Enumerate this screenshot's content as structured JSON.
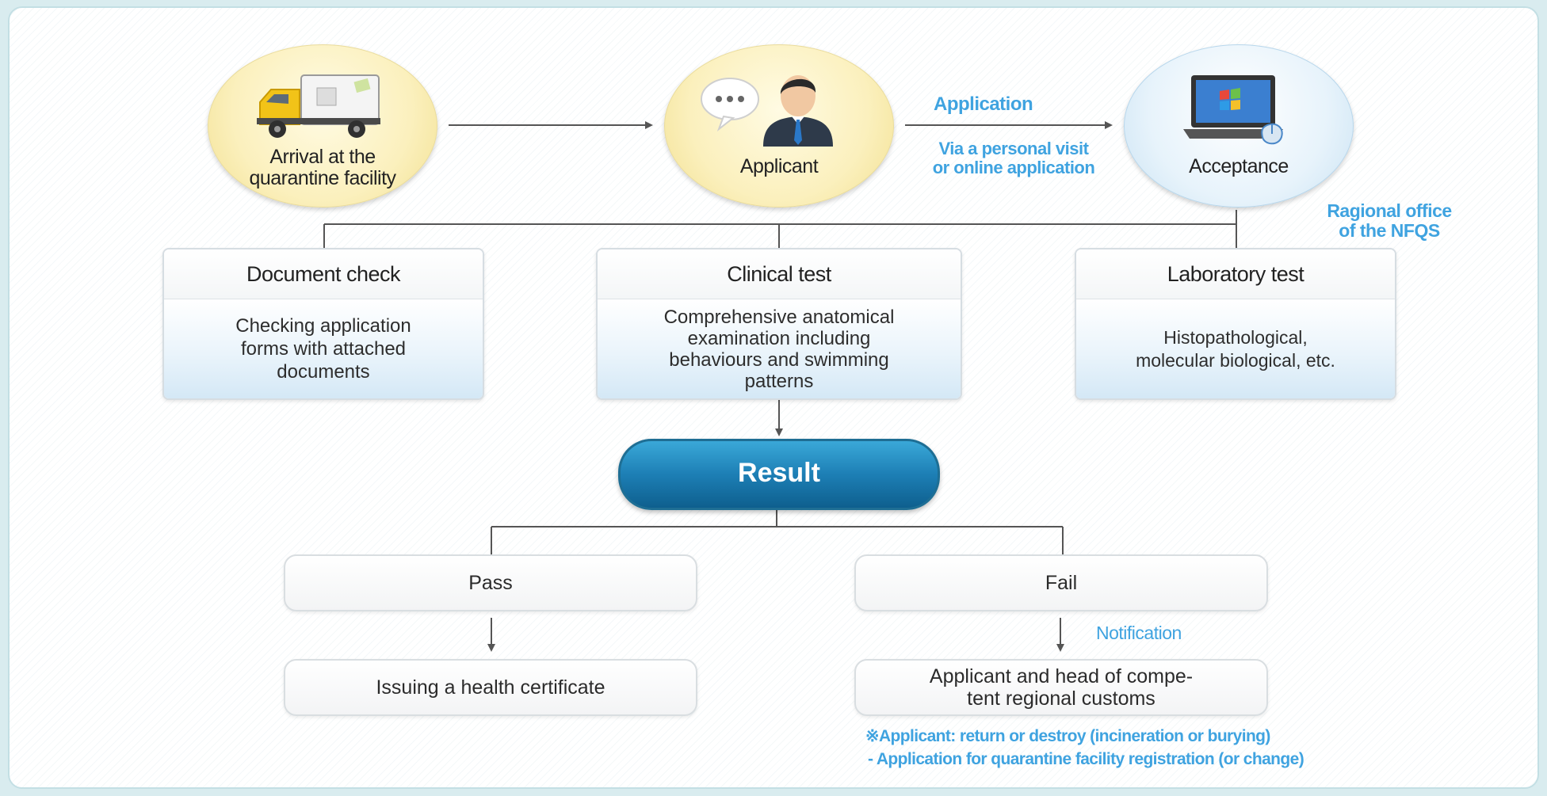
{
  "nodes": {
    "arrival": {
      "label_line1": "Arrival at the",
      "label_line2": "quarantine facility",
      "icon": "truck-icon"
    },
    "applicant": {
      "label": "Applicant",
      "icon": "person-icon"
    },
    "acceptance": {
      "label": "Acceptance",
      "icon": "laptop-icon"
    }
  },
  "arrow_labels": {
    "application": "Application",
    "via_line1": "Via a personal visit",
    "via_line2": "or online application",
    "regional_line1": "Ragional office",
    "regional_line2": "of the NFQS"
  },
  "tests": [
    {
      "title": "Document check",
      "lines": [
        "Checking application",
        "forms with attached",
        "documents"
      ]
    },
    {
      "title": "Clinical test",
      "lines": [
        "Comprehensive anatomical",
        "examination including",
        "behaviours and swimming",
        "patterns"
      ]
    },
    {
      "title": "Laboratory test",
      "lines": [
        "Histopathological,",
        "molecular biological, etc."
      ]
    }
  ],
  "result": {
    "label": "Result"
  },
  "outcomes": {
    "pass": {
      "label": "Pass",
      "next": "Issuing a health certificate"
    },
    "fail": {
      "label": "Fail",
      "notification": "Notification",
      "next_line1": "Applicant and head of compe-",
      "next_line2": "tent regional customs"
    }
  },
  "notes": {
    "line1": "※Applicant: return or destroy (incineration or burying)",
    "line2": "-  Application for quarantine facility registration (or change)"
  },
  "colors": {
    "accent_blue": "#3fa3e0",
    "result_blue": "#1d7fb5",
    "circle_yellow": "#fbf0bd",
    "circle_blue": "#e7f3fb"
  }
}
